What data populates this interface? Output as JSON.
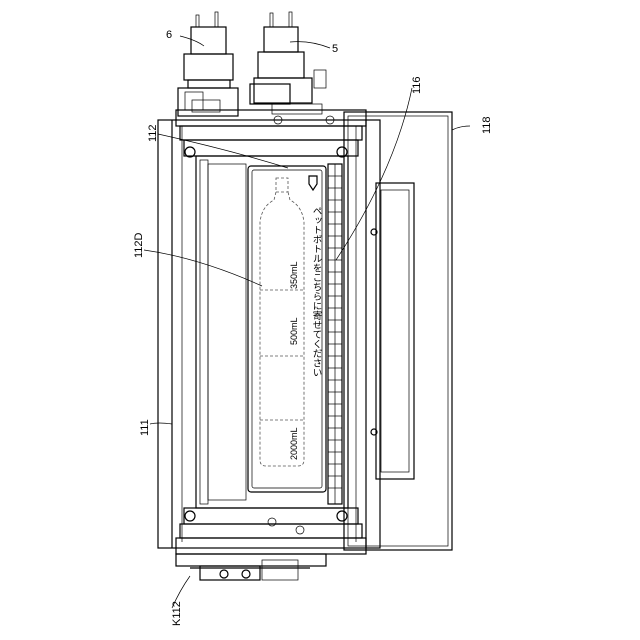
{
  "labels": {
    "ref_6": "6",
    "ref_5": "5",
    "ref_116": "116",
    "ref_112": "112",
    "ref_118": "118",
    "ref_112D": "112D",
    "ref_111": "111",
    "ref_K112": "K112"
  },
  "panel": {
    "instruction": "ペットボトルをこちらに寄せてください",
    "vol_350": "350mL",
    "vol_500": "500mL",
    "vol_2000": "2000mL"
  }
}
